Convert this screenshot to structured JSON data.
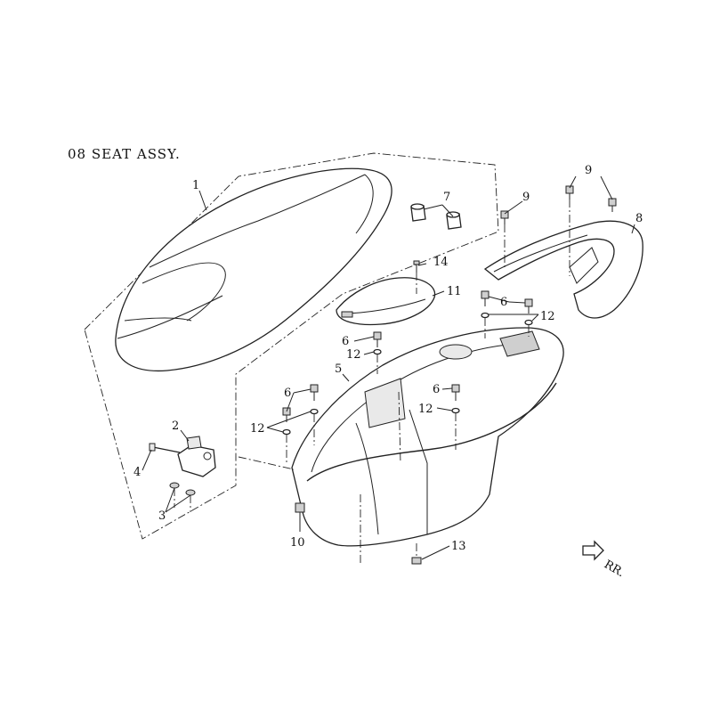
{
  "diagram": {
    "title": "08 SEAT ASSY.",
    "direction_label": "RR.",
    "callouts": {
      "c1": "1",
      "c2": "2",
      "c3": "3",
      "c4": "4",
      "c5": "5",
      "c6a": "6",
      "c6b": "6",
      "c6c": "6",
      "c6d": "6",
      "c7": "7",
      "c8": "8",
      "c9a": "9",
      "c9b": "9",
      "c10": "10",
      "c11": "11",
      "c12a": "12",
      "c12b": "12",
      "c12c": "12",
      "c12d": "12",
      "c13": "13",
      "c14": "14"
    }
  }
}
